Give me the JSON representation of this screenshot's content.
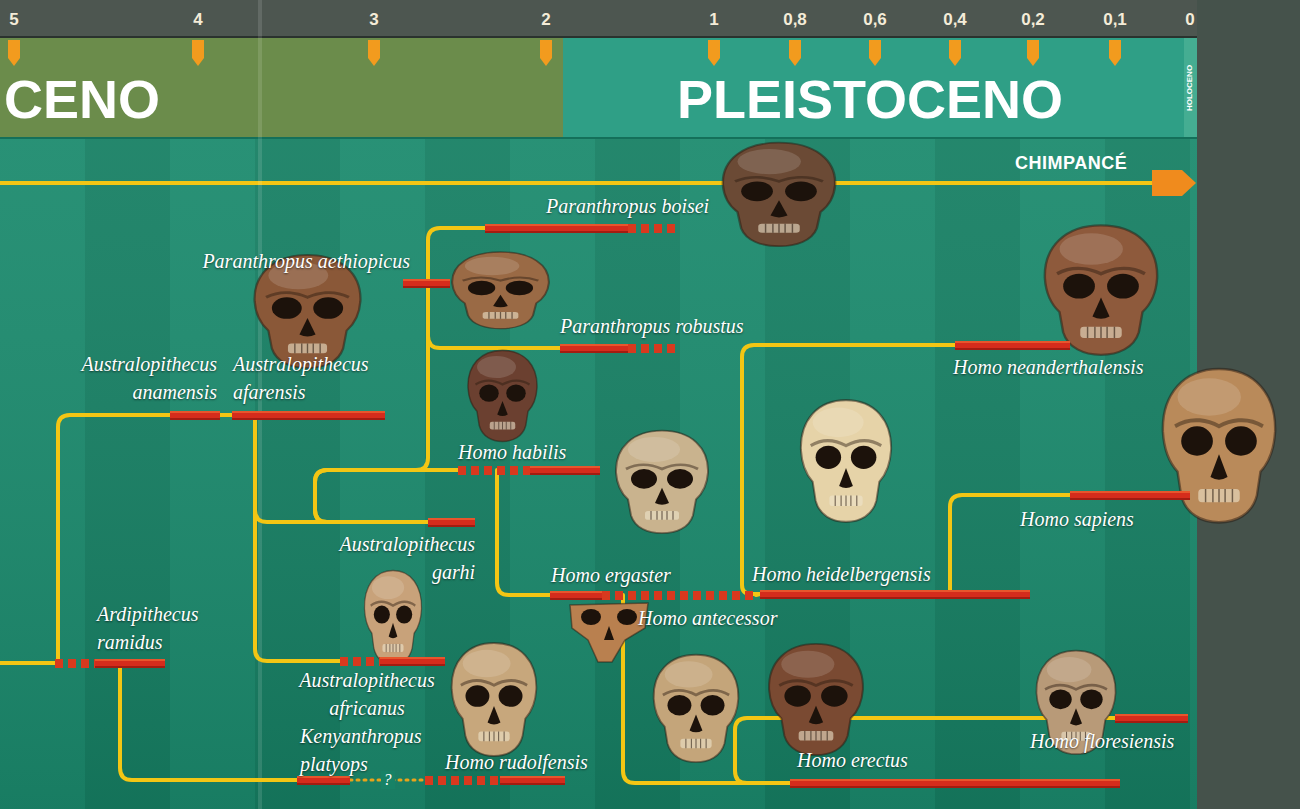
{
  "diagram": {
    "nodes": [
      {
        "text": [
          "Paranthropus boisei"
        ]
      },
      {
        "text": [
          "Paranthropus aethiopicus"
        ]
      },
      {
        "text": [
          "Paranthropus robustus"
        ]
      },
      {
        "text": [
          "Australopithecus anamensis"
        ]
      },
      {
        "text": [
          "Australopithecus afarensis"
        ]
      },
      {
        "text": [
          "Homo habilis"
        ]
      },
      {
        "text": [
          "Australopithecus garhi"
        ]
      },
      {
        "text": [
          "Homo ergaster"
        ]
      },
      {
        "text": [
          "Homo antecessor"
        ]
      },
      {
        "text": [
          "Homo heidelbergensis"
        ]
      },
      {
        "text": [
          "Homo neanderthalensis"
        ]
      },
      {
        "text": [
          "Homo sapiens"
        ]
      },
      {
        "text": [
          "Ardipithecus ramidus"
        ]
      },
      {
        "text": [
          "Australopithecus africanus"
        ]
      },
      {
        "text": [
          "Kenyanthropus platyops"
        ]
      },
      {
        "text": [
          "Homo rudolfensis"
        ]
      },
      {
        "text": [
          "Homo erectus"
        ]
      },
      {
        "text": [
          "Homo floresiensis"
        ]
      }
    ],
    "edges": [
      {
        "from": 12,
        "to": 3,
        "arrow": "none"
      },
      {
        "from": 12,
        "to": 14,
        "arrow": "none"
      },
      {
        "from": 3,
        "to": 4,
        "arrow": "none"
      },
      {
        "from": 4,
        "to": 13,
        "arrow": "none"
      },
      {
        "from": 4,
        "to": 6,
        "arrow": "none"
      },
      {
        "from": 6,
        "to": 5,
        "arrow": "none"
      },
      {
        "from": 6,
        "to": 1,
        "arrow": "none"
      },
      {
        "from": 1,
        "to": 0,
        "arrow": "none"
      },
      {
        "from": 1,
        "to": 2,
        "arrow": "none"
      },
      {
        "from": 5,
        "to": 7,
        "arrow": "none"
      },
      {
        "from": 7,
        "to": 9,
        "arrow": "none"
      },
      {
        "from": 7,
        "to": 16,
        "arrow": "none"
      },
      {
        "from": 9,
        "to": 10,
        "arrow": "none"
      },
      {
        "from": 9,
        "to": 11,
        "arrow": "none"
      },
      {
        "from": 14,
        "to": 15,
        "label": "?",
        "arrow": "none"
      },
      {
        "from": 16,
        "to": 17,
        "arrow": "none"
      }
    ],
    "labels": [
      "5",
      "4",
      "3",
      "2",
      "1",
      "0,8",
      "0,6",
      "0,4",
      "0,2",
      "0,1",
      "0",
      "CENO",
      "PLEISTOCENO",
      "HOLOCENO",
      "CHIMPANCÉ"
    ]
  }
}
